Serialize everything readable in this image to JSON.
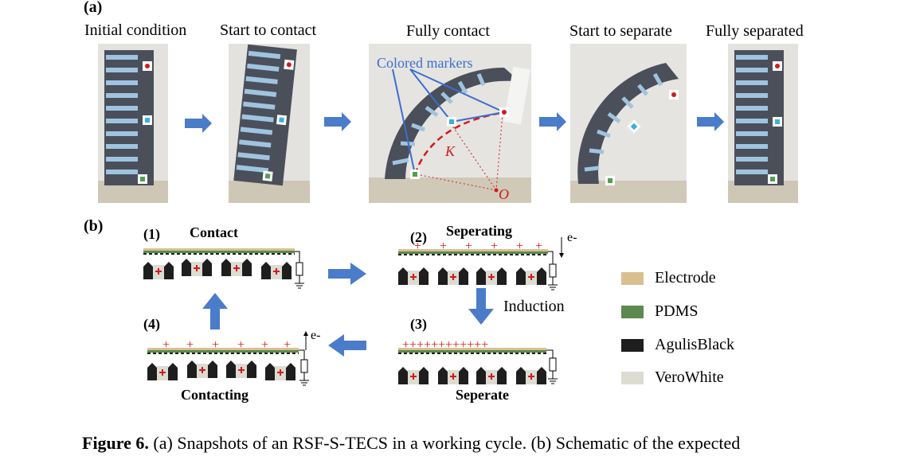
{
  "panel_a": {
    "label": "(a)",
    "snapshots": [
      {
        "title": "Initial condition"
      },
      {
        "title": "Start to contact"
      },
      {
        "title": "Fully contact"
      },
      {
        "title": "Start to separate"
      },
      {
        "title": "Fully separated"
      }
    ],
    "annotations": {
      "markers": "Colored markers",
      "curvature": "K",
      "center": "O"
    }
  },
  "panel_b": {
    "label": "(b)",
    "steps": [
      {
        "number": "(1)",
        "title": "Contact"
      },
      {
        "number": "(2)",
        "title": "Seperating"
      },
      {
        "number": "(3)",
        "title": "Seperate"
      },
      {
        "number": "(4)",
        "title": "Contacting"
      }
    ],
    "induction": "Induction",
    "electron_top": "e-",
    "electron_bottom": "e-"
  },
  "legend": [
    {
      "label": "Electrode",
      "color": "#d8c090"
    },
    {
      "label": "PDMS",
      "color": "#5a8a50"
    },
    {
      "label": "AgulisBlack",
      "color": "#1e1e1e"
    },
    {
      "label": "VeroWhite",
      "color": "#dcdcd2"
    }
  ],
  "caption": {
    "bold": "Figure 6.",
    "text": " (a) Snapshots of an RSF-S-TECS in a working cycle. (b) Schematic of the expected"
  },
  "colors": {
    "arrow": "#4a7cc9",
    "marker_line": "#3a6fd0",
    "charge": "#d21a1a"
  }
}
